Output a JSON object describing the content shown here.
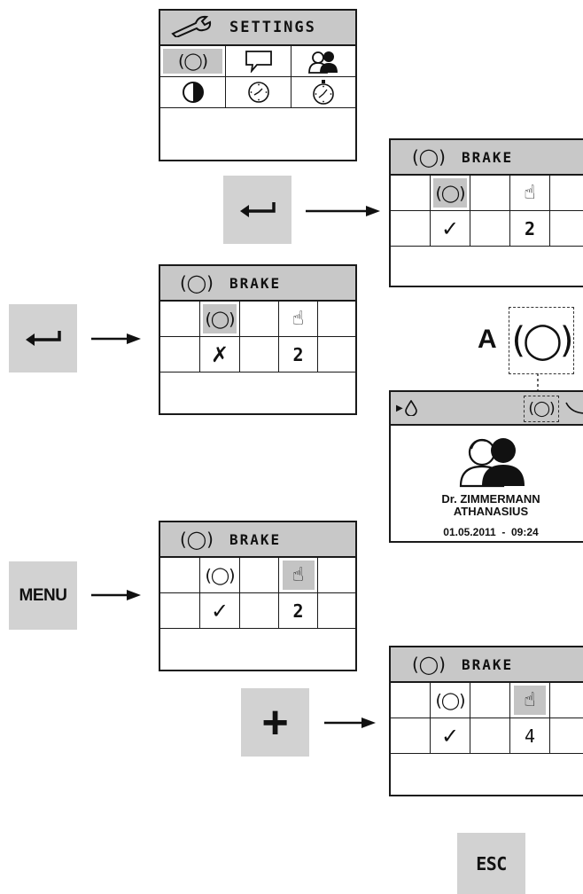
{
  "settings": {
    "title": "SETTINGS",
    "icons": [
      "brake-icon",
      "speech-bubble-icon",
      "users-icon",
      "contrast-icon",
      "clock-icon",
      "stopwatch-icon"
    ]
  },
  "brake_screens": [
    {
      "title": "BRAKE",
      "mark": "✓",
      "value": "2",
      "highlight": "brake"
    },
    {
      "title": "BRAKE",
      "mark": "✗",
      "value": "2",
      "highlight": "brake"
    },
    {
      "title": "BRAKE",
      "mark": "✓",
      "value": "2",
      "highlight": "hand"
    },
    {
      "title": "BRAKE",
      "mark": "✓",
      "value": "4",
      "highlight": "hand"
    }
  ],
  "keys": {
    "enter": "↵",
    "menu": "MENU",
    "plus": "+",
    "esc": "ESC"
  },
  "callout": {
    "label": "A"
  },
  "home_screen": {
    "name_line1": "Dr. ZIMMERMANN",
    "name_line2": "ATHANASIUS",
    "datetime": "01.05.2011  -  09:24"
  },
  "colors": {
    "screen_header": "#c8c8c8",
    "highlight": "#c4c4c4",
    "key_bg": "#d2d2d2"
  }
}
